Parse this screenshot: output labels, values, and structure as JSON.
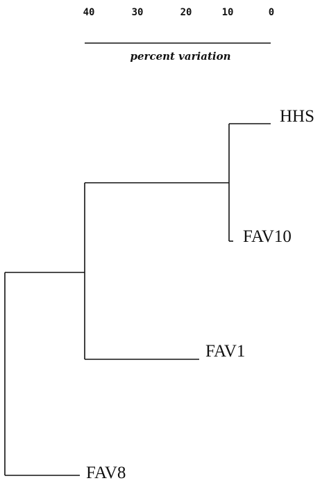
{
  "scale": {
    "ticks": [
      "40",
      "30",
      "20",
      "10",
      "0"
    ],
    "title": "percent variation"
  },
  "tree": {
    "leaves": [
      "HHS",
      "FAV10",
      "FAV1",
      "FAV8"
    ]
  }
}
